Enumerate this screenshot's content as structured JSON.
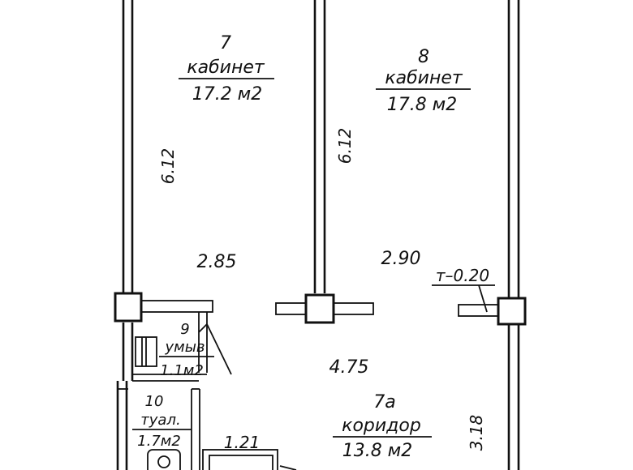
{
  "rooms": {
    "r7": {
      "number": "7",
      "name": "кабинет",
      "area": "17.2 м2"
    },
    "r8": {
      "number": "8",
      "name": "кабинет",
      "area": "17.8 м2"
    },
    "r9": {
      "number": "9",
      "name": "умыв",
      "area": "1.1м2"
    },
    "r10": {
      "number": "10",
      "name": "туал.",
      "area": "1.7м2"
    },
    "r7a": {
      "number": "7а",
      "name": "коридор",
      "area": "13.8 м2"
    }
  },
  "dimensions": {
    "d_612_left": "6.12",
    "d_612_mid": "6.12",
    "d_285": "2.85",
    "d_290": "2.90",
    "d_t020": "т–0.20",
    "d_475": "4.75",
    "d_318": "3.18",
    "d_121": "1.21"
  }
}
